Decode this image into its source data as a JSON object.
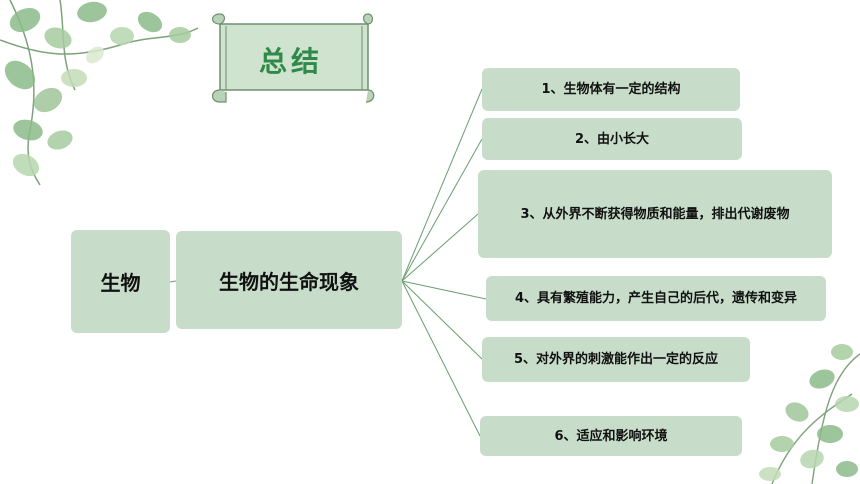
{
  "title": "总结",
  "root": {
    "label": "生物"
  },
  "center": {
    "label": "生物的生命现象"
  },
  "items": [
    {
      "label": "1、生物体有一定的结构"
    },
    {
      "label": "2、由小长大"
    },
    {
      "label": "3、从外界不断获得物质和能量，排出代谢废物"
    },
    {
      "label": "4、具有繁殖能力，产生自己的后代，遗传和变异"
    },
    {
      "label": "5、对外界的刺激能作出一定的反应"
    },
    {
      "label": "6、适应和影响环境"
    }
  ],
  "colors": {
    "box_fill": "#c7dcc9",
    "connector": "#6a9e6f",
    "title_text": "#2f8a4a",
    "scroll_fill": "#cfe3cf",
    "leaf": "#8dbb8a"
  },
  "decorations": [
    "eucalyptus-leaves-top-left",
    "eucalyptus-leaves-bottom-right",
    "scroll-banner"
  ]
}
